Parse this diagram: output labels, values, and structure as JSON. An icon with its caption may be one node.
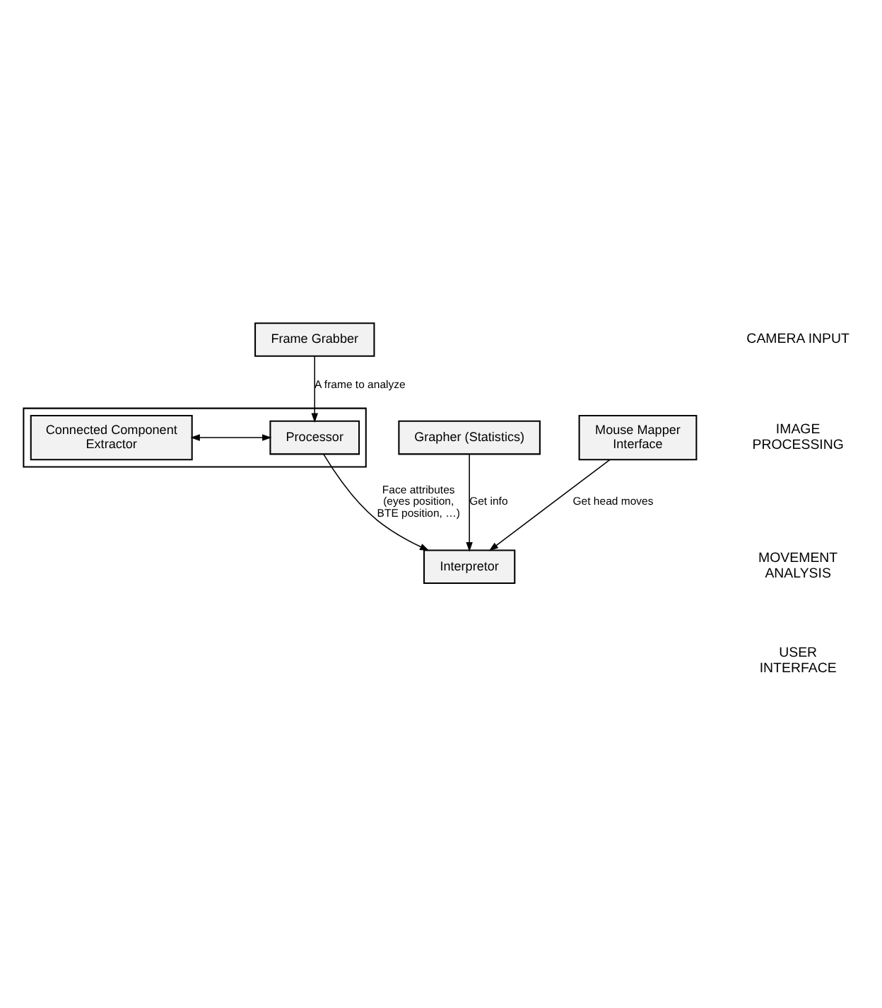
{
  "diagram": {
    "nodes": [
      {
        "text": [
          "Frame Grabber"
        ]
      },
      {
        "text": [],
        "shape": "box"
      },
      {
        "text": [
          "Processor"
        ],
        "in": 1
      },
      {
        "text": [
          "Connected Component Extractor"
        ],
        "in": 1
      },
      {
        "text": [
          "Interpretor"
        ]
      },
      {
        "text": [
          "Grapher (Statistics)"
        ]
      },
      {
        "text": [
          "Mouse Mapper Interface"
        ]
      }
    ],
    "edges": [
      {
        "from": 0,
        "to": 2,
        "arrow": "to",
        "label": "A frame to analyze"
      },
      {
        "from": 2,
        "to": 3,
        "arrow": "both"
      },
      {
        "from": 2,
        "to": 4,
        "arrow": "to",
        "label": "Face attributes (eyes position, BTE position, …)"
      },
      {
        "from": 5,
        "to": 4,
        "arrow": "to",
        "label": "Get info"
      },
      {
        "from": 6,
        "to": 4,
        "arrow": "to",
        "label": "Get head moves"
      }
    ],
    "labels": [
      "CAMERA INPUT",
      "IMAGE PROCESSING",
      "MOVEMENT ANALYSIS",
      "USER INTERFACE"
    ]
  }
}
